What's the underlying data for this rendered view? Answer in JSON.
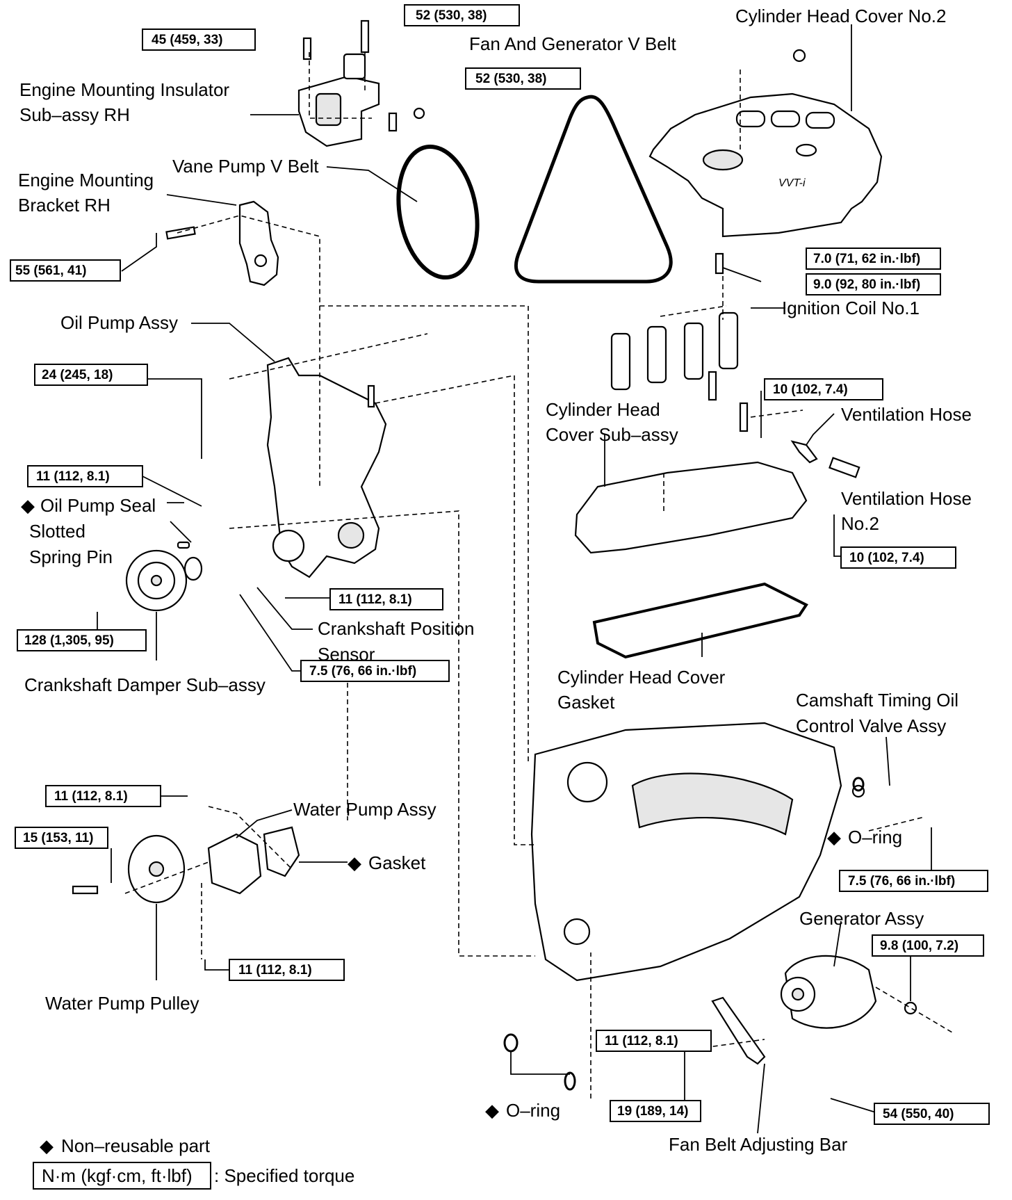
{
  "labels": {
    "cyl_head_cover_no2": "Cylinder Head Cover No.2",
    "fan_gen_belt": "Fan And Generator V Belt",
    "eng_mount_insulator_1": "Engine Mounting Insulator",
    "eng_mount_insulator_2": "Sub–assy RH",
    "vane_pump_belt": "Vane Pump V Belt",
    "eng_mount_bracket_1": "Engine Mounting",
    "eng_mount_bracket_2": "Bracket RH",
    "oil_pump_assy": "Oil Pump Assy",
    "ignition_coil": "Ignition Coil No.1",
    "cyl_head_cover_sub_1": "Cylinder Head",
    "cyl_head_cover_sub_2": "Cover Sub–assy",
    "ventilation_hose": "Ventilation Hose",
    "ventilation_hose_no2_1": "Ventilation Hose",
    "ventilation_hose_no2_2": "No.2",
    "oil_pump_seal": "Oil Pump Seal",
    "slotted_pin_1": "Slotted",
    "slotted_pin_2": "Spring Pin",
    "crank_pos_sensor_1": "Crankshaft Position",
    "crank_pos_sensor_2": "Sensor",
    "crank_damper": "Crankshaft Damper Sub–assy",
    "cyl_head_cover_gasket_1": "Cylinder Head Cover",
    "cyl_head_cover_gasket_2": "Gasket",
    "cam_timing_valve_1": "Camshaft Timing Oil",
    "cam_timing_valve_2": "Control Valve Assy",
    "water_pump_assy": "Water Pump Assy",
    "gasket": "Gasket",
    "oring_right": "O–ring",
    "generator_assy": "Generator Assy",
    "water_pump_pulley": "Water Pump Pulley",
    "oring_bottom": "O–ring",
    "fan_belt_bar": "Fan Belt Adjusting Bar"
  },
  "torques": {
    "t1": "52 (530, 38)",
    "t2": "45 (459, 33)",
    "t3": "52 (530, 38)",
    "t4": "55 (561, 41)",
    "t5": "7.0 (71, 62 in.·lbf)",
    "t6": "9.0 (92, 80 in.·lbf)",
    "t7": "24 (245, 18)",
    "t8": "10 (102, 7.4)",
    "t9": "11 (112, 8.1)",
    "t10": "10 (102, 7.4)",
    "t11": "11 (112, 8.1)",
    "t12": "128 (1,305, 95)",
    "t13": "7.5 (76, 66 in.·lbf)",
    "t14": "11 (112, 8.1)",
    "t15": "15 (153, 11)",
    "t16": "7.5 (76, 66 in.·lbf)",
    "t17": "9.8 (100, 7.2)",
    "t18": "11 (112, 8.1)",
    "t19": "11 (112, 8.1)",
    "t20": "19 (189, 14)",
    "t21": "54 (550, 40)"
  },
  "legend": {
    "diamond": "◆",
    "non_reusable": "Non–reusable part",
    "unit_box": "N·m (kgf·cm, ft·lbf)",
    "specified": ": Specified torque"
  }
}
